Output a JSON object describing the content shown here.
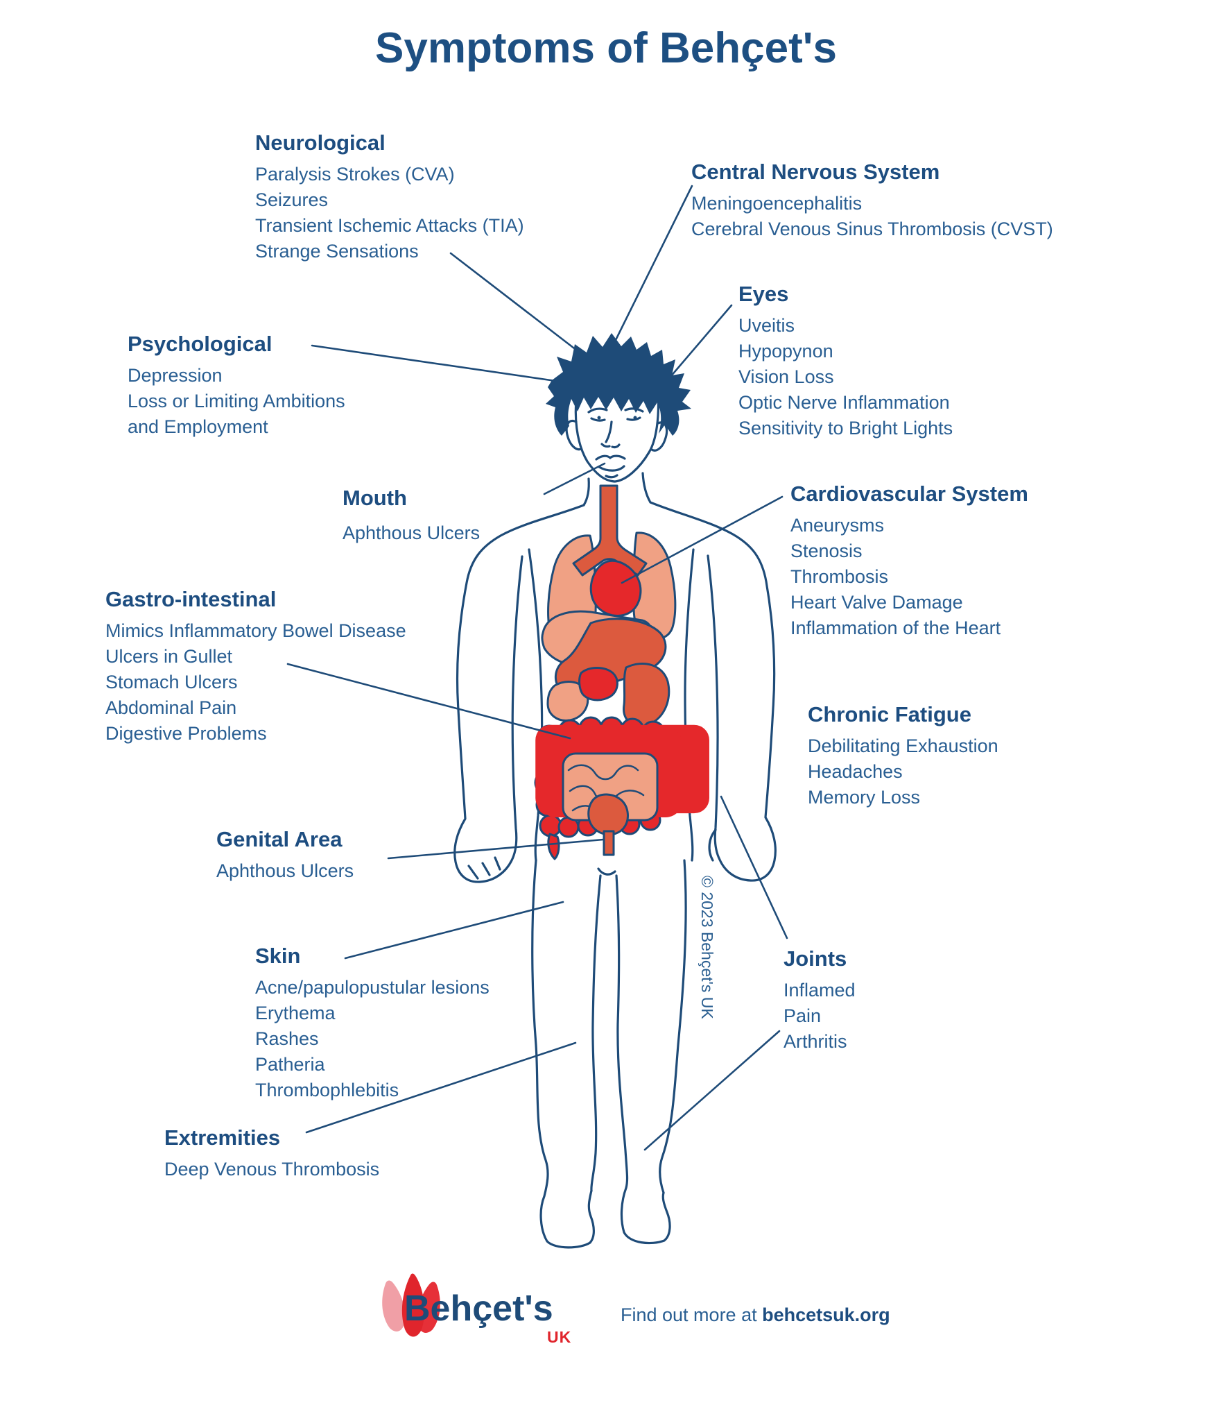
{
  "title": "Symptoms of Behçet's",
  "copyright": "© 2023 Behçet's UK",
  "footer": {
    "logo_text": "Behçet's",
    "logo_sub": "UK",
    "more_prefix": "Find out more at ",
    "more_link": "behcetsuk.org"
  },
  "colors": {
    "navy_outline": "#1E4B78",
    "heading_text": "#1D4D80",
    "body_text": "#295E92",
    "organ_red": "#E5282B",
    "organ_orange_red": "#DC5A3E",
    "organ_salmon": "#F0A184",
    "logo_pink": "#F09FA6",
    "logo_red": "#E0252C"
  },
  "sections": [
    {
      "id": "neurological",
      "heading": "Neurological",
      "items": [
        "Paralysis Strokes (CVA)",
        "Seizures",
        "Transient Ischemic Attacks (TIA)",
        "Strange Sensations"
      ]
    },
    {
      "id": "cns",
      "heading": "Central Nervous System",
      "items": [
        "Meningoencephalitis",
        "Cerebral Venous Sinus Thrombosis (CVST)"
      ]
    },
    {
      "id": "eyes",
      "heading": "Eyes",
      "items": [
        "Uveitis",
        "Hypopynon",
        "Vision Loss",
        "Optic Nerve Inflammation",
        "Sensitivity to Bright Lights"
      ]
    },
    {
      "id": "psychological",
      "heading": "Psychological",
      "items": [
        "Depression",
        "Loss or Limiting Ambitions",
        "and Employment"
      ]
    },
    {
      "id": "mouth",
      "heading": "Mouth",
      "items": [
        "Aphthous Ulcers"
      ]
    },
    {
      "id": "cardiovascular",
      "heading": "Cardiovascular System",
      "items": [
        "Aneurysms",
        "Stenosis",
        "Thrombosis",
        "Heart Valve Damage",
        "Inflammation of the Heart"
      ]
    },
    {
      "id": "gastro",
      "heading": "Gastro-intestinal",
      "items": [
        "Mimics Inflammatory Bowel Disease",
        "Ulcers in Gullet",
        "Stomach Ulcers",
        "Abdominal Pain",
        "Digestive Problems"
      ]
    },
    {
      "id": "chronic-fatigue",
      "heading": "Chronic Fatigue",
      "items": [
        "Debilitating Exhaustion",
        "Headaches",
        "Memory Loss"
      ]
    },
    {
      "id": "genital",
      "heading": "Genital Area",
      "items": [
        "Aphthous Ulcers"
      ]
    },
    {
      "id": "skin",
      "heading": "Skin",
      "items": [
        "Acne/papulopustular lesions",
        "Erythema",
        "Rashes",
        "Patheria",
        "Thrombophlebitis"
      ]
    },
    {
      "id": "joints",
      "heading": "Joints",
      "items": [
        "Inflamed",
        "Pain",
        "Arthritis"
      ]
    },
    {
      "id": "extremities",
      "heading": "Extremities",
      "items": [
        "Deep Venous Thrombosis"
      ]
    }
  ]
}
